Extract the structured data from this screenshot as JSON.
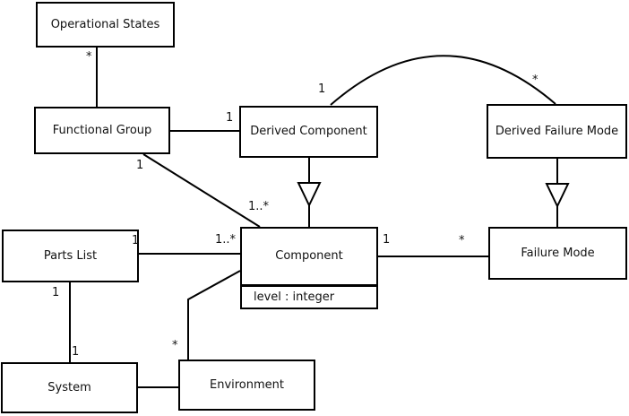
{
  "diagram": {
    "title": "UML class diagram",
    "classes": {
      "operational_states": {
        "name": "Operational States"
      },
      "functional_group": {
        "name": "Functional Group"
      },
      "derived_component": {
        "name": "Derived Component"
      },
      "derived_failure_mode": {
        "name": "Derived Failure Mode"
      },
      "parts_list": {
        "name": "Parts List"
      },
      "component": {
        "name": "Component",
        "attribute": "level : integer"
      },
      "failure_mode": {
        "name": "Failure Mode"
      },
      "system": {
        "name": "System"
      },
      "environment": {
        "name": "Environment"
      }
    },
    "labels": {
      "os_fg_star": "*",
      "fg_dc_one": "1",
      "fg_comp_one": "1",
      "fg_comp_many": "1..*",
      "dc_dfm_one": "1",
      "dc_dfm_star": "*",
      "pl_comp_one": "1",
      "pl_comp_many": "1..*",
      "comp_fm_one": "1",
      "comp_fm_star": "*",
      "pl_sys_one_top": "1",
      "pl_sys_one_bottom": "1",
      "env_comp_star": "*"
    },
    "relationships": [
      {
        "from": "Operational States",
        "to": "Functional Group",
        "type": "association",
        "multiplicity_at_operational_states": "*"
      },
      {
        "from": "Functional Group",
        "to": "Derived Component",
        "type": "association",
        "multiplicity_at_derived_component": "1"
      },
      {
        "from": "Functional Group",
        "to": "Component",
        "type": "association",
        "multiplicity_at_functional_group": "1",
        "multiplicity_at_component": "1..*"
      },
      {
        "from": "Derived Component",
        "to": "Derived Failure Mode",
        "type": "association-arc",
        "multiplicity_at_derived_component": "1",
        "multiplicity_at_derived_failure_mode": "*"
      },
      {
        "from": "Derived Component",
        "to": "Component",
        "type": "generalization"
      },
      {
        "from": "Derived Failure Mode",
        "to": "Failure Mode",
        "type": "generalization"
      },
      {
        "from": "Parts List",
        "to": "Component",
        "type": "association",
        "multiplicity_at_parts_list": "1",
        "multiplicity_at_component": "1..*"
      },
      {
        "from": "Component",
        "to": "Failure Mode",
        "type": "association",
        "multiplicity_at_component": "1",
        "multiplicity_at_failure_mode": "*"
      },
      {
        "from": "Parts List",
        "to": "System",
        "type": "association",
        "multiplicity_at_parts_list": "1",
        "multiplicity_at_system": "1"
      },
      {
        "from": "System",
        "to": "Environment",
        "type": "association"
      },
      {
        "from": "Component",
        "to": "Environment",
        "type": "association",
        "multiplicity_at_environment": "*"
      }
    ],
    "colors": {
      "line": "#000000",
      "box_fill": "#ffffff",
      "background": "#ffffff",
      "text": "#111111"
    }
  }
}
